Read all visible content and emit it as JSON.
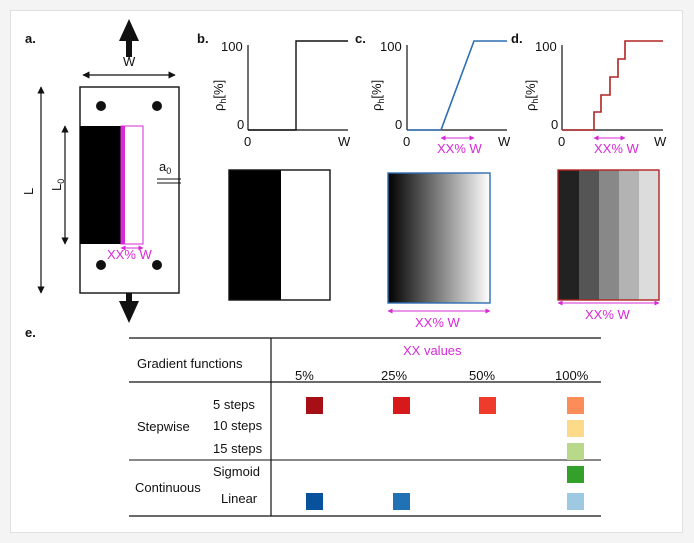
{
  "panels": {
    "a": {
      "letter": "a.",
      "width_label": "W",
      "length_label": "L",
      "l0_main": "L",
      "l0_sub": "0",
      "a0_main": "a",
      "a0_sub": "0",
      "xx_label": "XX% W"
    },
    "b": {
      "letter": "b.",
      "y_main": "ρ",
      "y_sub": "h",
      "y_unit": "[%]",
      "y_max": "100",
      "y_min": "0",
      "x_min": "0",
      "x_max": "W"
    },
    "c": {
      "letter": "c.",
      "y_main": "ρ",
      "y_sub": "h",
      "y_unit": "[%]",
      "y_max": "100",
      "y_min": "0",
      "x_min": "0",
      "x_max": "W",
      "xx_label": "XX% W",
      "color": "#2f6db3"
    },
    "d": {
      "letter": "d.",
      "y_main": "ρ",
      "y_sub": "h",
      "y_unit": "[%]",
      "y_max": "100",
      "y_min": "0",
      "x_min": "0",
      "x_max": "W",
      "xx_label": "XX% W",
      "color": "#b02323"
    },
    "bottom_c_label": "XX% W",
    "bottom_d_label": "XX% W"
  },
  "table": {
    "letter": "e.",
    "header_left": "Gradient functions",
    "header_group": "XX values",
    "columns": [
      "5%",
      "25%",
      "50%",
      "100%"
    ],
    "group_stepwise": "Stepwise",
    "group_continuous": "Continuous",
    "rows": [
      {
        "label": "5 steps",
        "cells": [
          "#a50f15",
          "#d7191c",
          "#ef3b2c",
          "#fc8d59"
        ]
      },
      {
        "label": "10 steps",
        "cells": [
          null,
          null,
          null,
          "#fdd98a"
        ]
      },
      {
        "label": "15 steps",
        "cells": [
          null,
          null,
          null,
          "#b8d98a"
        ]
      },
      {
        "label": "Sigmoid",
        "cells": [
          null,
          null,
          null,
          "#33a02c"
        ]
      },
      {
        "label": "Linear",
        "cells": [
          "#08519c",
          "#2171b5",
          null,
          "#9ecae1"
        ]
      }
    ]
  },
  "colors": {
    "magenta": "#d62ad6",
    "blue": "#2f6db3",
    "red": "#b02323"
  }
}
